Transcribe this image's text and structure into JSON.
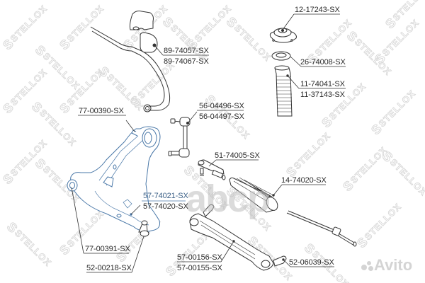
{
  "diagram": {
    "type": "exploded-parts-diagram",
    "subject": "front suspension and steering parts",
    "watermark_text": "STELLOX",
    "overlay_brand": "avito",
    "overlay_word": "abcp",
    "colors": {
      "line": "#333333",
      "highlight_part": "#4a78a8",
      "highlight_label": "#3a5f86",
      "watermark": "#d9d9d9"
    }
  },
  "labels": {
    "stab_bushing": {
      "line1": "89-74057-SX",
      "line2": "89-74067-SX"
    },
    "strut_mount": {
      "line1": "12-17243-SX"
    },
    "bearing": {
      "line1": "26-74008-SX"
    },
    "boot": {
      "line1": "11-74041-SX",
      "line2": "11-37143-SX"
    },
    "stab_link": {
      "line1": "56-04496-SX",
      "line2": "56-04497-SX"
    },
    "arm_bushing_front": {
      "line1": "77-00390-SX"
    },
    "tie_rod_end": {
      "line1": "51-74005-SX"
    },
    "steering_boot": {
      "line1": "14-74020-SX"
    },
    "control_arm": {
      "line1": "57-74021-SX",
      "line2": "57-74020-SX"
    },
    "arm_bushing_rear": {
      "line1": "77-00391-SX"
    },
    "ball_joint": {
      "line1": "52-00218-SX"
    },
    "rear_arm": {
      "line1": "57-00156-SX",
      "line2": "57-00155-SX"
    },
    "rear_ball_joint": {
      "line1": "52-06039-SX"
    }
  }
}
